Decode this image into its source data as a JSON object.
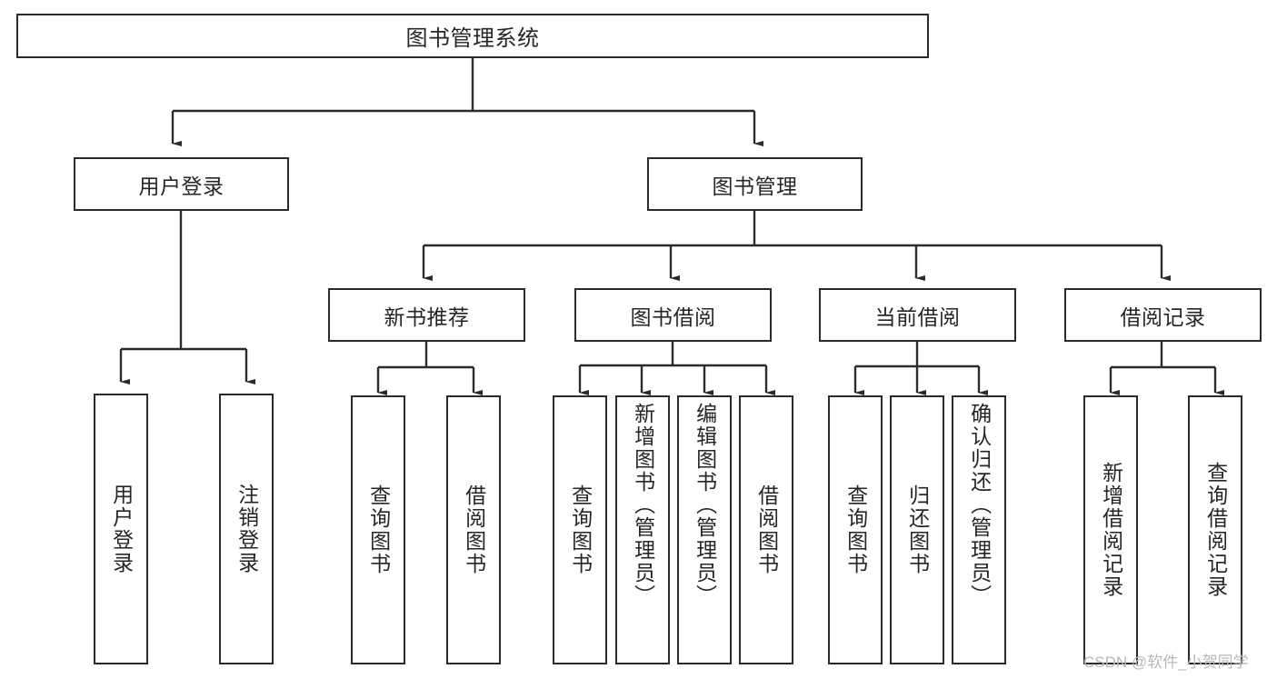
{
  "diagram": {
    "title": "图书管理系统",
    "type": "hierarchy-tree",
    "root": {
      "label": "图书管理系统",
      "name": "root-node"
    },
    "branches": [
      {
        "label": "用户登录",
        "name": "branch-user-login",
        "children": [
          {
            "label": "用户登录",
            "name": "leaf-user-login"
          },
          {
            "label": "注销登录",
            "name": "leaf-user-logout"
          }
        ]
      },
      {
        "label": "图书管理",
        "name": "branch-book-management",
        "children": [
          {
            "label": "新书推荐",
            "name": "sub-new-book-recommend",
            "children": [
              {
                "label": "查询图书",
                "name": "leaf-query-book-1"
              },
              {
                "label": "借阅图书",
                "name": "leaf-borrow-book-1"
              }
            ]
          },
          {
            "label": "图书借阅",
            "name": "sub-book-borrow",
            "children": [
              {
                "label": "查询图书",
                "name": "leaf-query-book-2"
              },
              {
                "label": "新增图书（管理员）",
                "name": "leaf-add-book-admin"
              },
              {
                "label": "编辑图书（管理员）",
                "name": "leaf-edit-book-admin"
              },
              {
                "label": "借阅图书",
                "name": "leaf-borrow-book-2"
              }
            ]
          },
          {
            "label": "当前借阅",
            "name": "sub-current-borrow",
            "children": [
              {
                "label": "查询图书",
                "name": "leaf-query-book-3"
              },
              {
                "label": "归还图书",
                "name": "leaf-return-book"
              },
              {
                "label": "确认归还（管理员）",
                "name": "leaf-confirm-return-admin"
              }
            ]
          },
          {
            "label": "借阅记录",
            "name": "sub-borrow-record",
            "children": [
              {
                "label": "新增借阅记录",
                "name": "leaf-add-borrow-record"
              },
              {
                "label": "查询借阅记录",
                "name": "leaf-query-borrow-record"
              }
            ]
          }
        ]
      }
    ]
  },
  "watermark": {
    "text": "CSDN @软件_小贺同学"
  },
  "colors": {
    "box_border": "#2b2b2b",
    "box_fill": "#ffffff",
    "text": "#262626",
    "connector": "#2b2b2b",
    "watermark": "#b8b8b8",
    "background": "#ffffff"
  }
}
